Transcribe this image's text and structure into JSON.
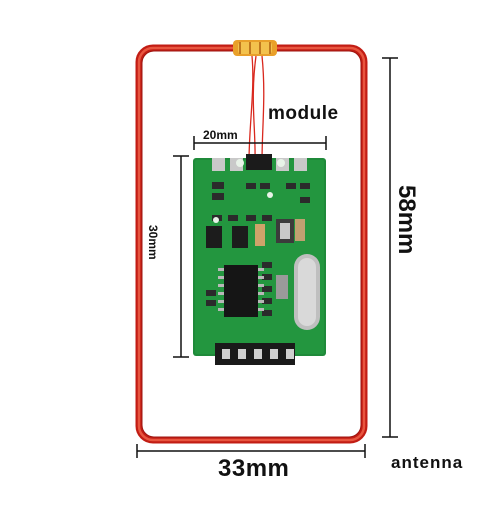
{
  "labels": {
    "module": "module",
    "module_width": "20mm",
    "module_height": "30mm",
    "antenna_height": "58mm",
    "antenna_width": "33mm",
    "antenna": "antenna"
  },
  "colors": {
    "coil": "#d9281e",
    "pcb": "#1f8a3a",
    "background": "#ffffff"
  }
}
